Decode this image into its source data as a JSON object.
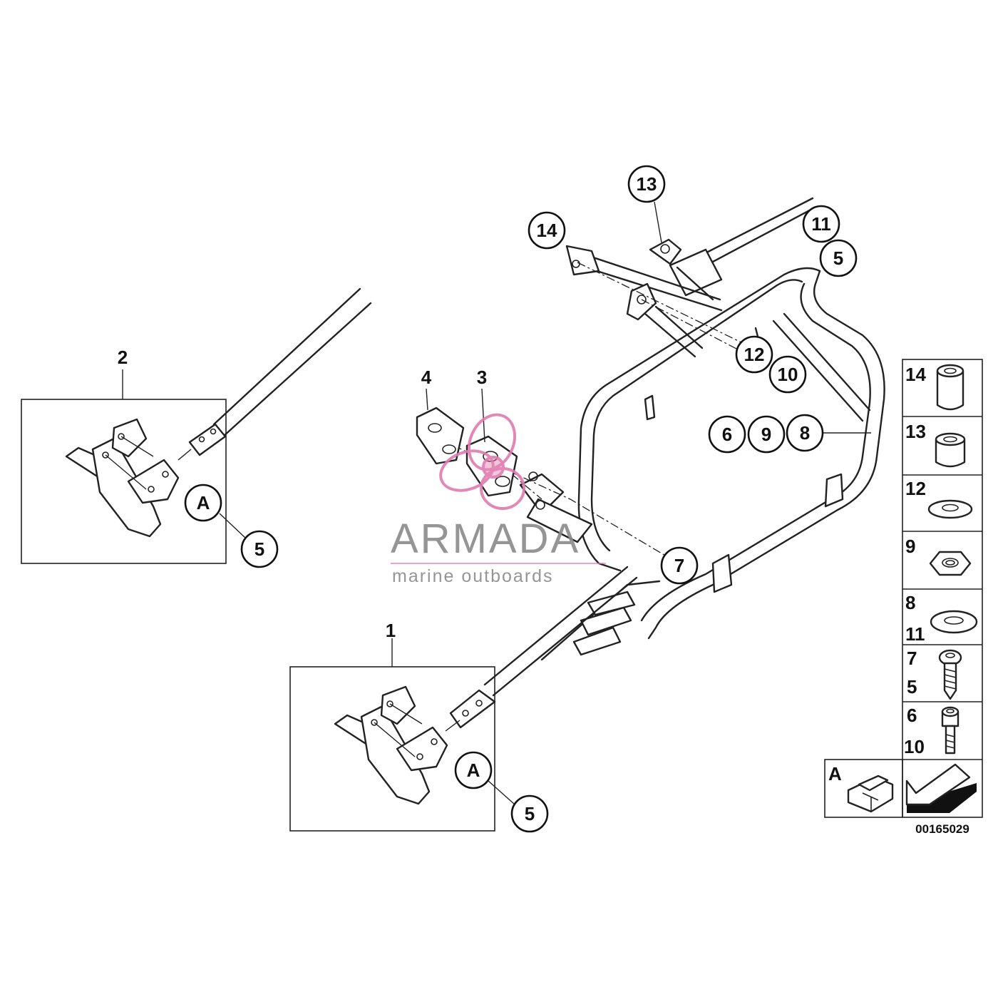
{
  "diagram": {
    "drawing_code": "00165029",
    "part_numbers": [
      "1",
      "2",
      "3",
      "4"
    ],
    "callouts": [
      "14",
      "13",
      "11",
      "5",
      "12",
      "10",
      "6",
      "9",
      "8",
      "7",
      "A",
      "5",
      "A",
      "5"
    ],
    "legend": [
      {
        "labels": [
          "14"
        ],
        "icon": "spacer-tall-icon"
      },
      {
        "labels": [
          "13"
        ],
        "icon": "spacer-short-icon"
      },
      {
        "labels": [
          "12"
        ],
        "icon": "washer-flat-icon"
      },
      {
        "labels": [
          "9"
        ],
        "icon": "hex-nut-icon"
      },
      {
        "labels": [
          "8",
          "11"
        ],
        "icon": "washer-icon"
      },
      {
        "labels": [
          "7",
          "5"
        ],
        "icon": "screw-icon"
      },
      {
        "labels": [
          "6",
          "10"
        ],
        "icon": "socket-bolt-icon"
      }
    ],
    "legend_extra": {
      "label": "A",
      "icon": "clip-icon",
      "arrow": "arrow-icon"
    }
  },
  "watermark": {
    "brand": "ARMADA",
    "tagline": "marine outboards",
    "accent_color": "#e07bb0",
    "text_color": "#8a8a8a"
  }
}
